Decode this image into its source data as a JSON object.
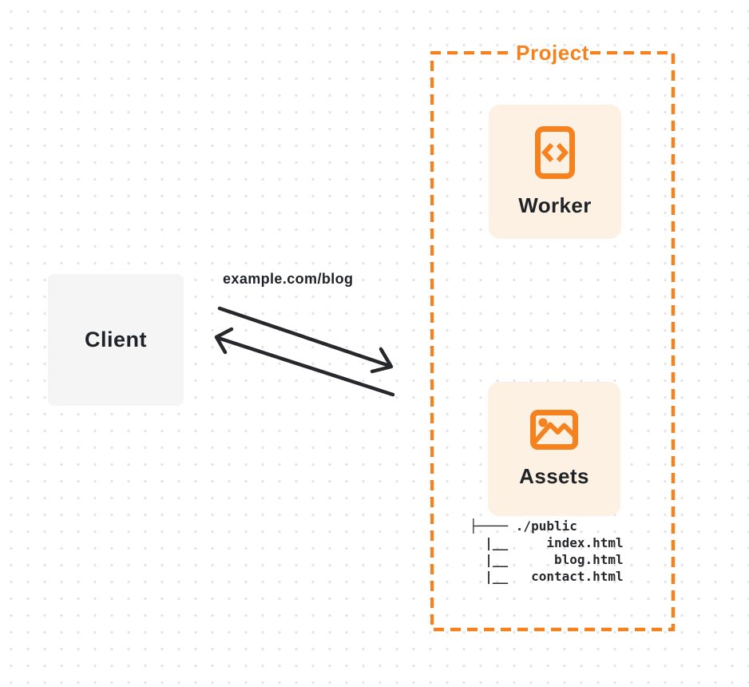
{
  "client": {
    "label": "Client"
  },
  "request": {
    "url_label": "example.com/blog"
  },
  "project": {
    "label": "Project",
    "worker": {
      "label": "Worker",
      "icon": "code-document-icon"
    },
    "assets": {
      "label": "Assets",
      "icon": "image-icon"
    },
    "file_tree": [
      "├──── ./public",
      "  |__     index.html",
      "  |__      blog.html",
      "  |__   contact.html"
    ]
  },
  "colors": {
    "accent_orange": "#f6821f",
    "card_background": "#fcf1e3",
    "client_background": "#f5f5f6",
    "text_dark": "#1f2227",
    "arrow": "#26282b",
    "grid_dot": "#e3e3e6"
  }
}
